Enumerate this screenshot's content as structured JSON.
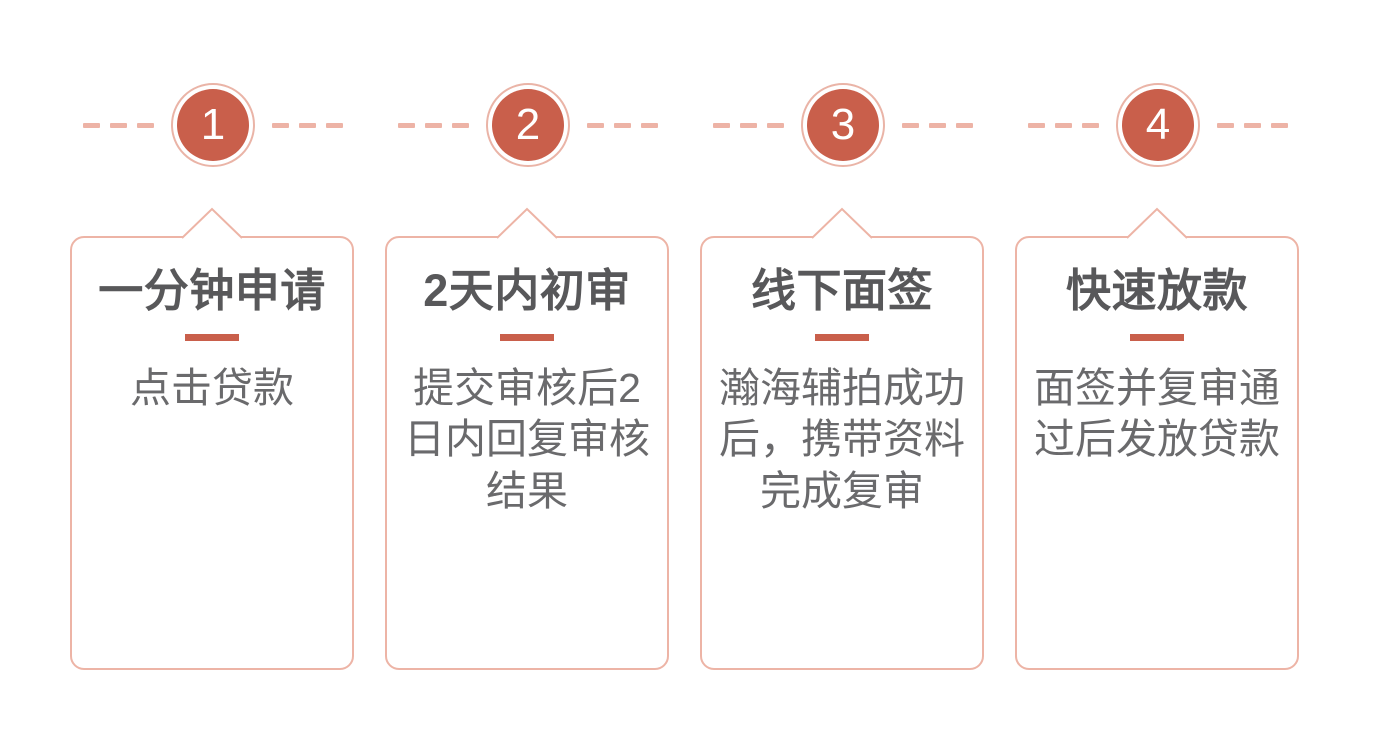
{
  "theme": {
    "accent": "#c95f4b",
    "accent_light": "#edb4a6",
    "title_color": "#58585a",
    "text_color": "#6a6a6c",
    "background": "#ffffff"
  },
  "flow": {
    "steps": [
      {
        "number": "1",
        "title": "一分钟申请",
        "description": "点击贷款"
      },
      {
        "number": "2",
        "title": "2天内初审",
        "description": "提交审核后2日内回复审核结果"
      },
      {
        "number": "3",
        "title": "线下面签",
        "description": "瀚海辅拍成功后，携带资料完成复审"
      },
      {
        "number": "4",
        "title": "快速放款",
        "description": "面签并复审通过后发放贷款"
      }
    ]
  }
}
